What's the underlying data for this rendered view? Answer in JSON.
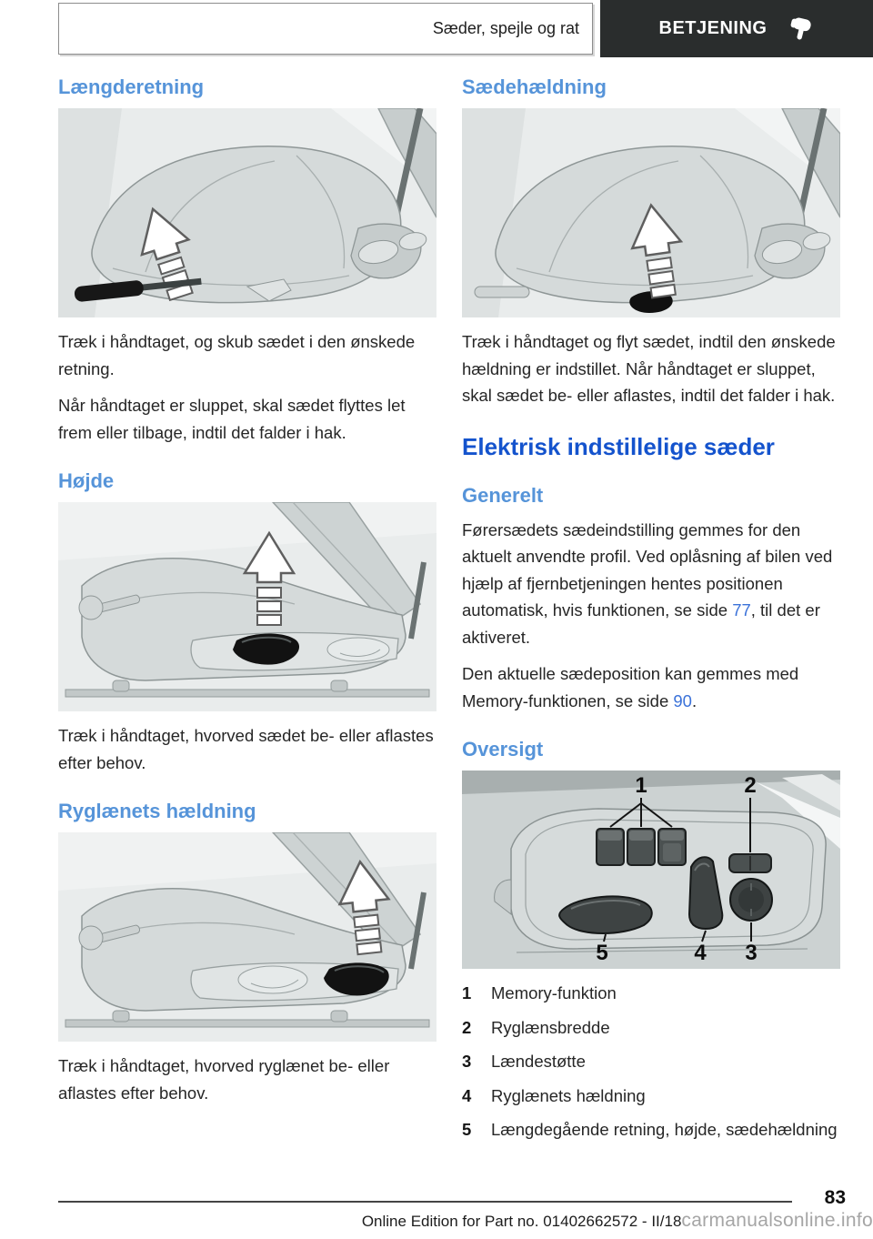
{
  "header": {
    "breadcrumb": "Sæder, spejle og rat",
    "chapter": "BETJENING"
  },
  "colors": {
    "heading_blue": "#5694d9",
    "section_blue": "#1453cd",
    "link_blue": "#3b72d9",
    "tab_background": "#2a2d2d",
    "tab_text": "#ffffff"
  },
  "left": {
    "s1": {
      "heading": "Længderetning",
      "p1": "Træk i håndtaget, og skub sædet i den ønskede retning.",
      "p2": "Når håndtaget er sluppet, skal sædet flyttes let frem eller tilbage, indtil det falder i hak."
    },
    "s2": {
      "heading": "Højde",
      "p1": "Træk i håndtaget, hvorved sædet be- eller aflastes efter behov."
    },
    "s3": {
      "heading": "Ryglænets hældning",
      "p1": "Træk i håndtaget, hvorved ryglænet be- eller aflastes efter behov."
    }
  },
  "right": {
    "s1": {
      "heading": "Sædehældning",
      "p1": "Træk i håndtaget og flyt sædet, indtil den ønskede hældning er indstillet. Når håndtaget er sluppet, skal sædet be- eller aflastes, indtil det falder i hak."
    },
    "section_heading": "Elektrisk indstillelige sæder",
    "generelt": {
      "heading": "Generelt",
      "p1_a": "Førersædets sædeindstilling gemmes for den aktuelt anvendte profil. Ved oplåsning af bilen ved hjælp af fjernbetjeningen hentes positionen automatisk, hvis funktionen, se side ",
      "p1_link": "77",
      "p1_b": ", til det er aktiveret.",
      "p2_a": "Den aktuelle sædeposition kan gemmes med Memory-funktionen, se side ",
      "p2_link": "90",
      "p2_b": "."
    },
    "oversigt_heading": "Oversigt"
  },
  "overview": {
    "callouts": [
      "1",
      "2",
      "3",
      "4",
      "5"
    ]
  },
  "legend": [
    {
      "num": "1",
      "label": "Memory-funktion"
    },
    {
      "num": "2",
      "label": "Ryglænsbredde"
    },
    {
      "num": "3",
      "label": "Lændestøtte"
    },
    {
      "num": "4",
      "label": "Ryglænets hældning"
    },
    {
      "num": "5",
      "label": "Længdegående retning, højde, sædehældning"
    }
  ],
  "footer": {
    "page_number": "83",
    "edition_note": "Online Edition for Part no. 01402662572 - II/18",
    "watermark": "carmanualsonline.info"
  }
}
